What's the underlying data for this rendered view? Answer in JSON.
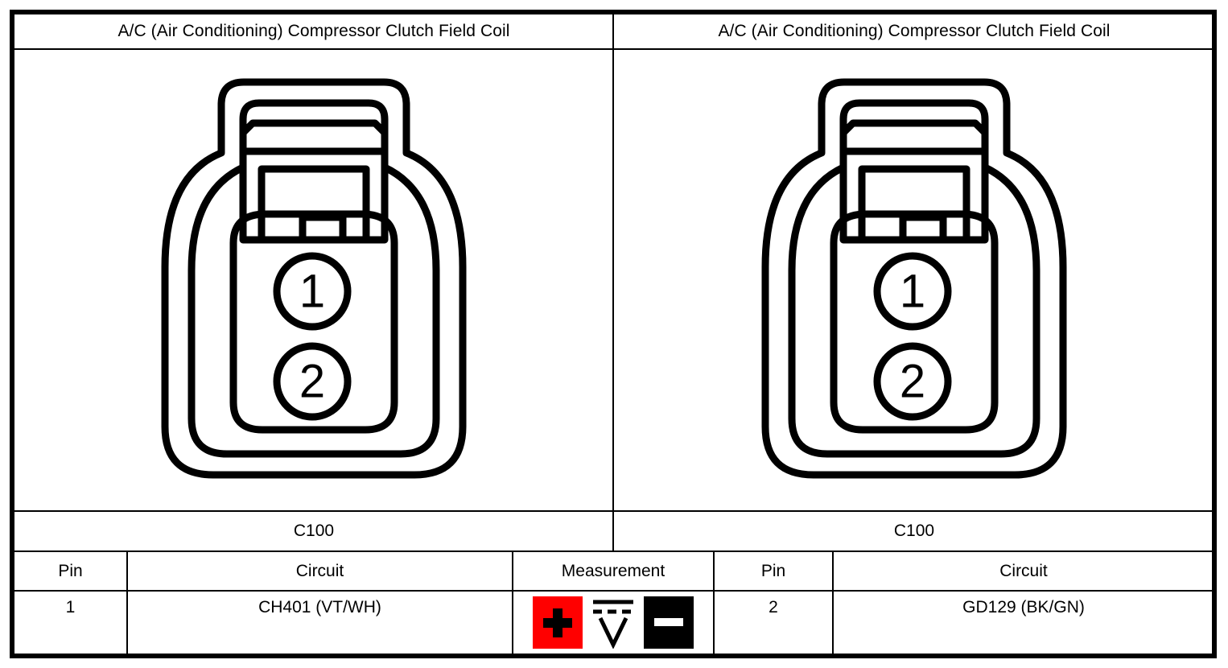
{
  "document": {
    "type": "connector-end-view",
    "component_title": "A/C (Air Conditioning) Compressor Clutch Field Coil"
  },
  "panels": [
    {
      "id": "panel-left",
      "title": "A/C (Air Conditioning) Compressor Clutch Field Coil",
      "connector_id": "C100",
      "connector": {
        "cavity_count": 2,
        "pin_labels": [
          "1",
          "2"
        ]
      }
    },
    {
      "id": "panel-right",
      "title": "A/C (Air Conditioning) Compressor Clutch Field Coil",
      "connector_id": "C100",
      "connector": {
        "cavity_count": 2,
        "pin_labels": [
          "1",
          "2"
        ]
      }
    }
  ],
  "table": {
    "headers": {
      "pin_left": "Pin",
      "circuit_left": "Circuit",
      "measurement": "Measurement",
      "pin_right": "Pin",
      "circuit_right": "Circuit"
    },
    "row": {
      "pin_left": "1",
      "circuit_left": "CH401 (VT/WH)",
      "pin_right": "2",
      "circuit_right": "GD129 (BK/GN)"
    },
    "measurement": {
      "positive_icon": "plus-probe-icon",
      "positive_symbol": "+",
      "meter_icon": "dc-voltmeter-icon",
      "meter_symbol": "V",
      "negative_icon": "minus-probe-icon",
      "negative_symbol": "−"
    }
  },
  "colors": {
    "positive_probe": "#ff0000",
    "negative_probe": "#000000",
    "line": "#000000",
    "background": "#ffffff"
  }
}
